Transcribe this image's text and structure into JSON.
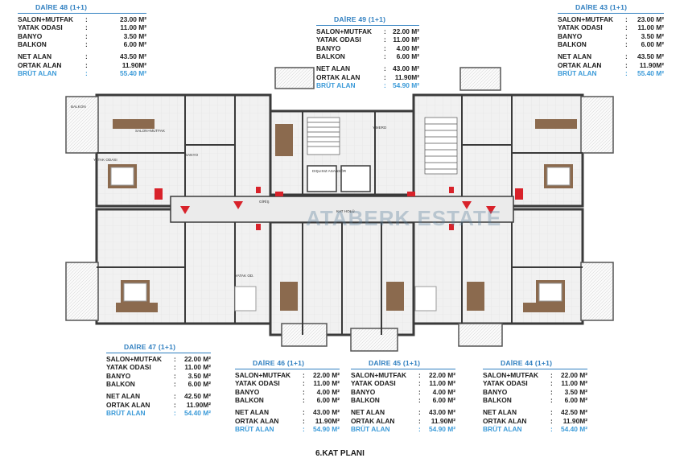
{
  "units": [
    {
      "id": "d48",
      "title": "DAİRE 48  (1+1)",
      "rows": [
        {
          "k": "SALON+MUTFAK",
          "v": "23.00 M²"
        },
        {
          "k": "YATAK ODASI",
          "v": "11.00 M²"
        },
        {
          "k": "BANYO",
          "v": "3.50 M²"
        },
        {
          "k": "BALKON",
          "v": "6.00 M²"
        }
      ],
      "totals": [
        {
          "k": "NET ALAN",
          "v": "43.50 M²"
        },
        {
          "k": "ORTAK ALAN",
          "v": "11.90M²"
        }
      ],
      "brut": {
        "k": "BRÜT ALAN",
        "v": "55.40 M²"
      }
    },
    {
      "id": "d49",
      "title": "DAİRE 49  (1+1)",
      "rows": [
        {
          "k": "SALON+MUTFAK",
          "v": "22.00 M²"
        },
        {
          "k": "YATAK ODASI",
          "v": "11.00 M²"
        },
        {
          "k": "BANYO",
          "v": "4.00 M²"
        },
        {
          "k": "BALKON",
          "v": "6.00 M²"
        }
      ],
      "totals": [
        {
          "k": "NET ALAN",
          "v": "43.00 M²"
        },
        {
          "k": "ORTAK ALAN",
          "v": "11.90M²"
        }
      ],
      "brut": {
        "k": "BRÜT ALAN",
        "v": "54.90 M²"
      }
    },
    {
      "id": "d43",
      "title": "DAİRE 43  (1+1)",
      "rows": [
        {
          "k": "SALON+MUTFAK",
          "v": "23.00 M²"
        },
        {
          "k": "YATAK ODASI",
          "v": "11.00 M²"
        },
        {
          "k": "BANYO",
          "v": "3.50 M²"
        },
        {
          "k": "BALKON",
          "v": "6.00 M²"
        }
      ],
      "totals": [
        {
          "k": "NET ALAN",
          "v": "43.50 M²"
        },
        {
          "k": "ORTAK ALAN",
          "v": "11.90M²"
        }
      ],
      "brut": {
        "k": "BRÜT ALAN",
        "v": "55.40 M²"
      }
    },
    {
      "id": "d47",
      "title": "DAİRE 47  (1+1)",
      "rows": [
        {
          "k": "SALON+MUTFAK",
          "v": "22.00 M²"
        },
        {
          "k": "YATAK ODASI",
          "v": "11.00 M²"
        },
        {
          "k": "BANYO",
          "v": "3.50 M²"
        },
        {
          "k": "BALKON",
          "v": "6.00 M²"
        }
      ],
      "totals": [
        {
          "k": "NET ALAN",
          "v": "42.50 M²"
        },
        {
          "k": "ORTAK ALAN",
          "v": "11.90M²"
        }
      ],
      "brut": {
        "k": "BRÜT ALAN",
        "v": "54.40 M²"
      }
    },
    {
      "id": "d46",
      "title": "DAİRE 46  (1+1)",
      "rows": [
        {
          "k": "SALON+MUTFAK",
          "v": "22.00 M²"
        },
        {
          "k": "YATAK ODASI",
          "v": "11.00 M²"
        },
        {
          "k": "BANYO",
          "v": "4.00 M²"
        },
        {
          "k": "BALKON",
          "v": "6.00 M²"
        }
      ],
      "totals": [
        {
          "k": "NET ALAN",
          "v": "43.00 M²"
        },
        {
          "k": "ORTAK ALAN",
          "v": "11.90M²"
        }
      ],
      "brut": {
        "k": "BRÜT ALAN",
        "v": "54.90 M²"
      }
    },
    {
      "id": "d45",
      "title": "DAİRE 45  (1+1)",
      "rows": [
        {
          "k": "SALON+MUTFAK",
          "v": "22.00 M²"
        },
        {
          "k": "YATAK ODASI",
          "v": "11.00 M²"
        },
        {
          "k": "BANYO",
          "v": "4.00 M²"
        },
        {
          "k": "BALKON",
          "v": "6.00 M²"
        }
      ],
      "totals": [
        {
          "k": "NET ALAN",
          "v": "43.00 M²"
        },
        {
          "k": "ORTAK ALAN",
          "v": "11.90M²"
        }
      ],
      "brut": {
        "k": "BRÜT ALAN",
        "v": "54.90 M²"
      }
    },
    {
      "id": "d44",
      "title": "DAİRE 44  (1+1)",
      "rows": [
        {
          "k": "SALON+MUTFAK",
          "v": "22.00 M²"
        },
        {
          "k": "YATAK ODASI",
          "v": "11.00 M²"
        },
        {
          "k": "BANYO",
          "v": "3.50 M²"
        },
        {
          "k": "BALKON",
          "v": "6.00 M²"
        }
      ],
      "totals": [
        {
          "k": "NET ALAN",
          "v": "42.50 M²"
        },
        {
          "k": "ORTAK ALAN",
          "v": "11.90M²"
        }
      ],
      "brut": {
        "k": "BRÜT ALAN",
        "v": "54.40 M²"
      }
    }
  ],
  "plan": {
    "watermark": "ATABERK ESTATE",
    "hall": "KAT HOLÜ",
    "entrance": "GİRİŞ",
    "lift": "DIŞLISIZ ASANSÖR",
    "stairs": "Y.MERD",
    "living": "SALON+MUTFAK",
    "bedroom": "YATAK ODASI",
    "bedroom_short": "YATAK OD.",
    "bath": "BANYO",
    "balcony": "BALKON"
  },
  "footer": "6.KAT PLANI",
  "colors": {
    "accent": "#2f7fc0",
    "brut": "#3b9ad8",
    "wall": "#3a3a3a",
    "door": "#d8222a"
  }
}
